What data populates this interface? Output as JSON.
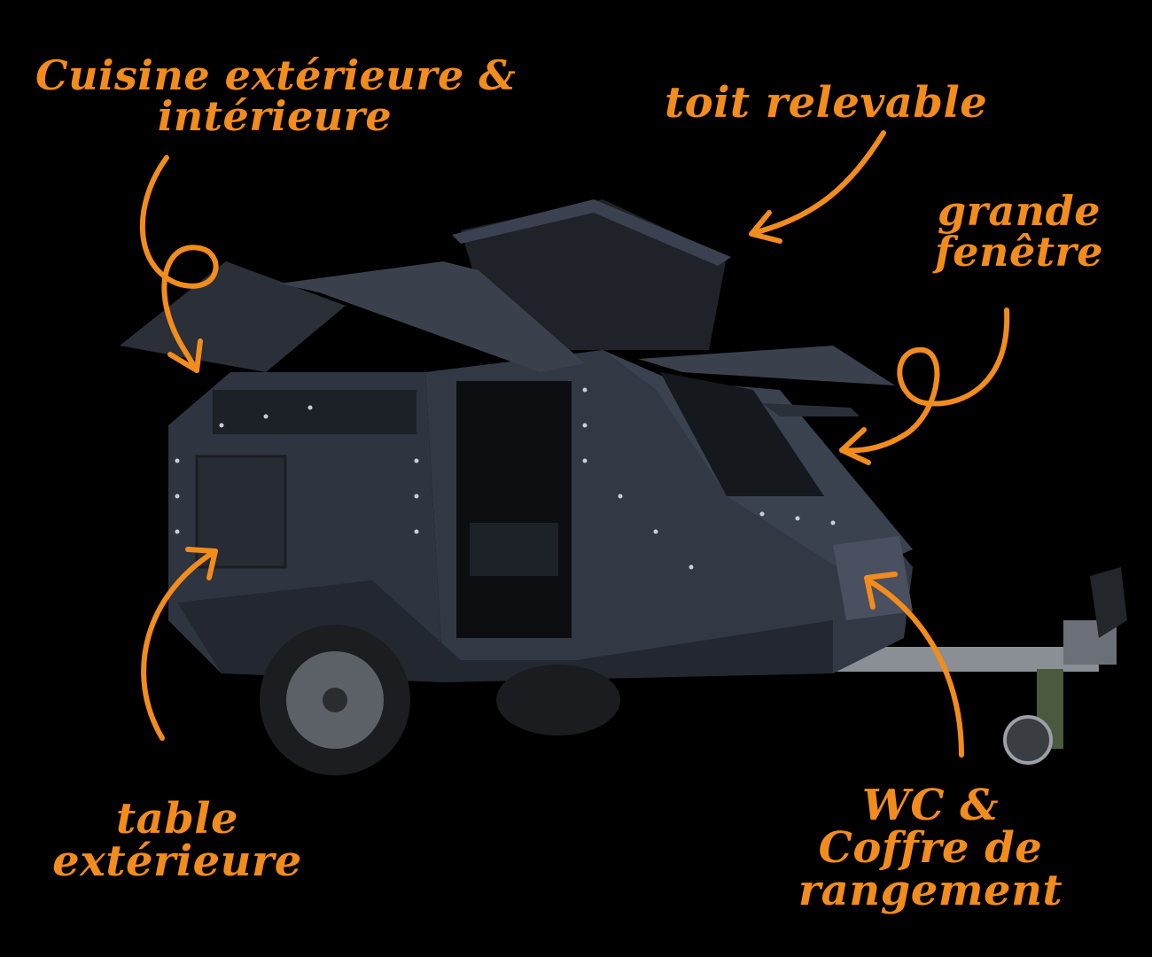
{
  "labels": {
    "cuisine": {
      "line1": "Cuisine extérieure &",
      "line2": "intérieure"
    },
    "toit": {
      "line1": "toit relevable"
    },
    "fenetre": {
      "line1": "grande",
      "line2": "fenêtre"
    },
    "table": {
      "line1": "table",
      "line2": "extérieure"
    },
    "wc": {
      "line1": "WC &",
      "line2": "Coffre de",
      "line3": "rangement"
    }
  },
  "colors": {
    "accent": "#F28C1C",
    "background": "#000000",
    "trailer_body": "#2E3440"
  },
  "icons": [
    "curly-arrow-icon",
    "arrow-icon"
  ]
}
